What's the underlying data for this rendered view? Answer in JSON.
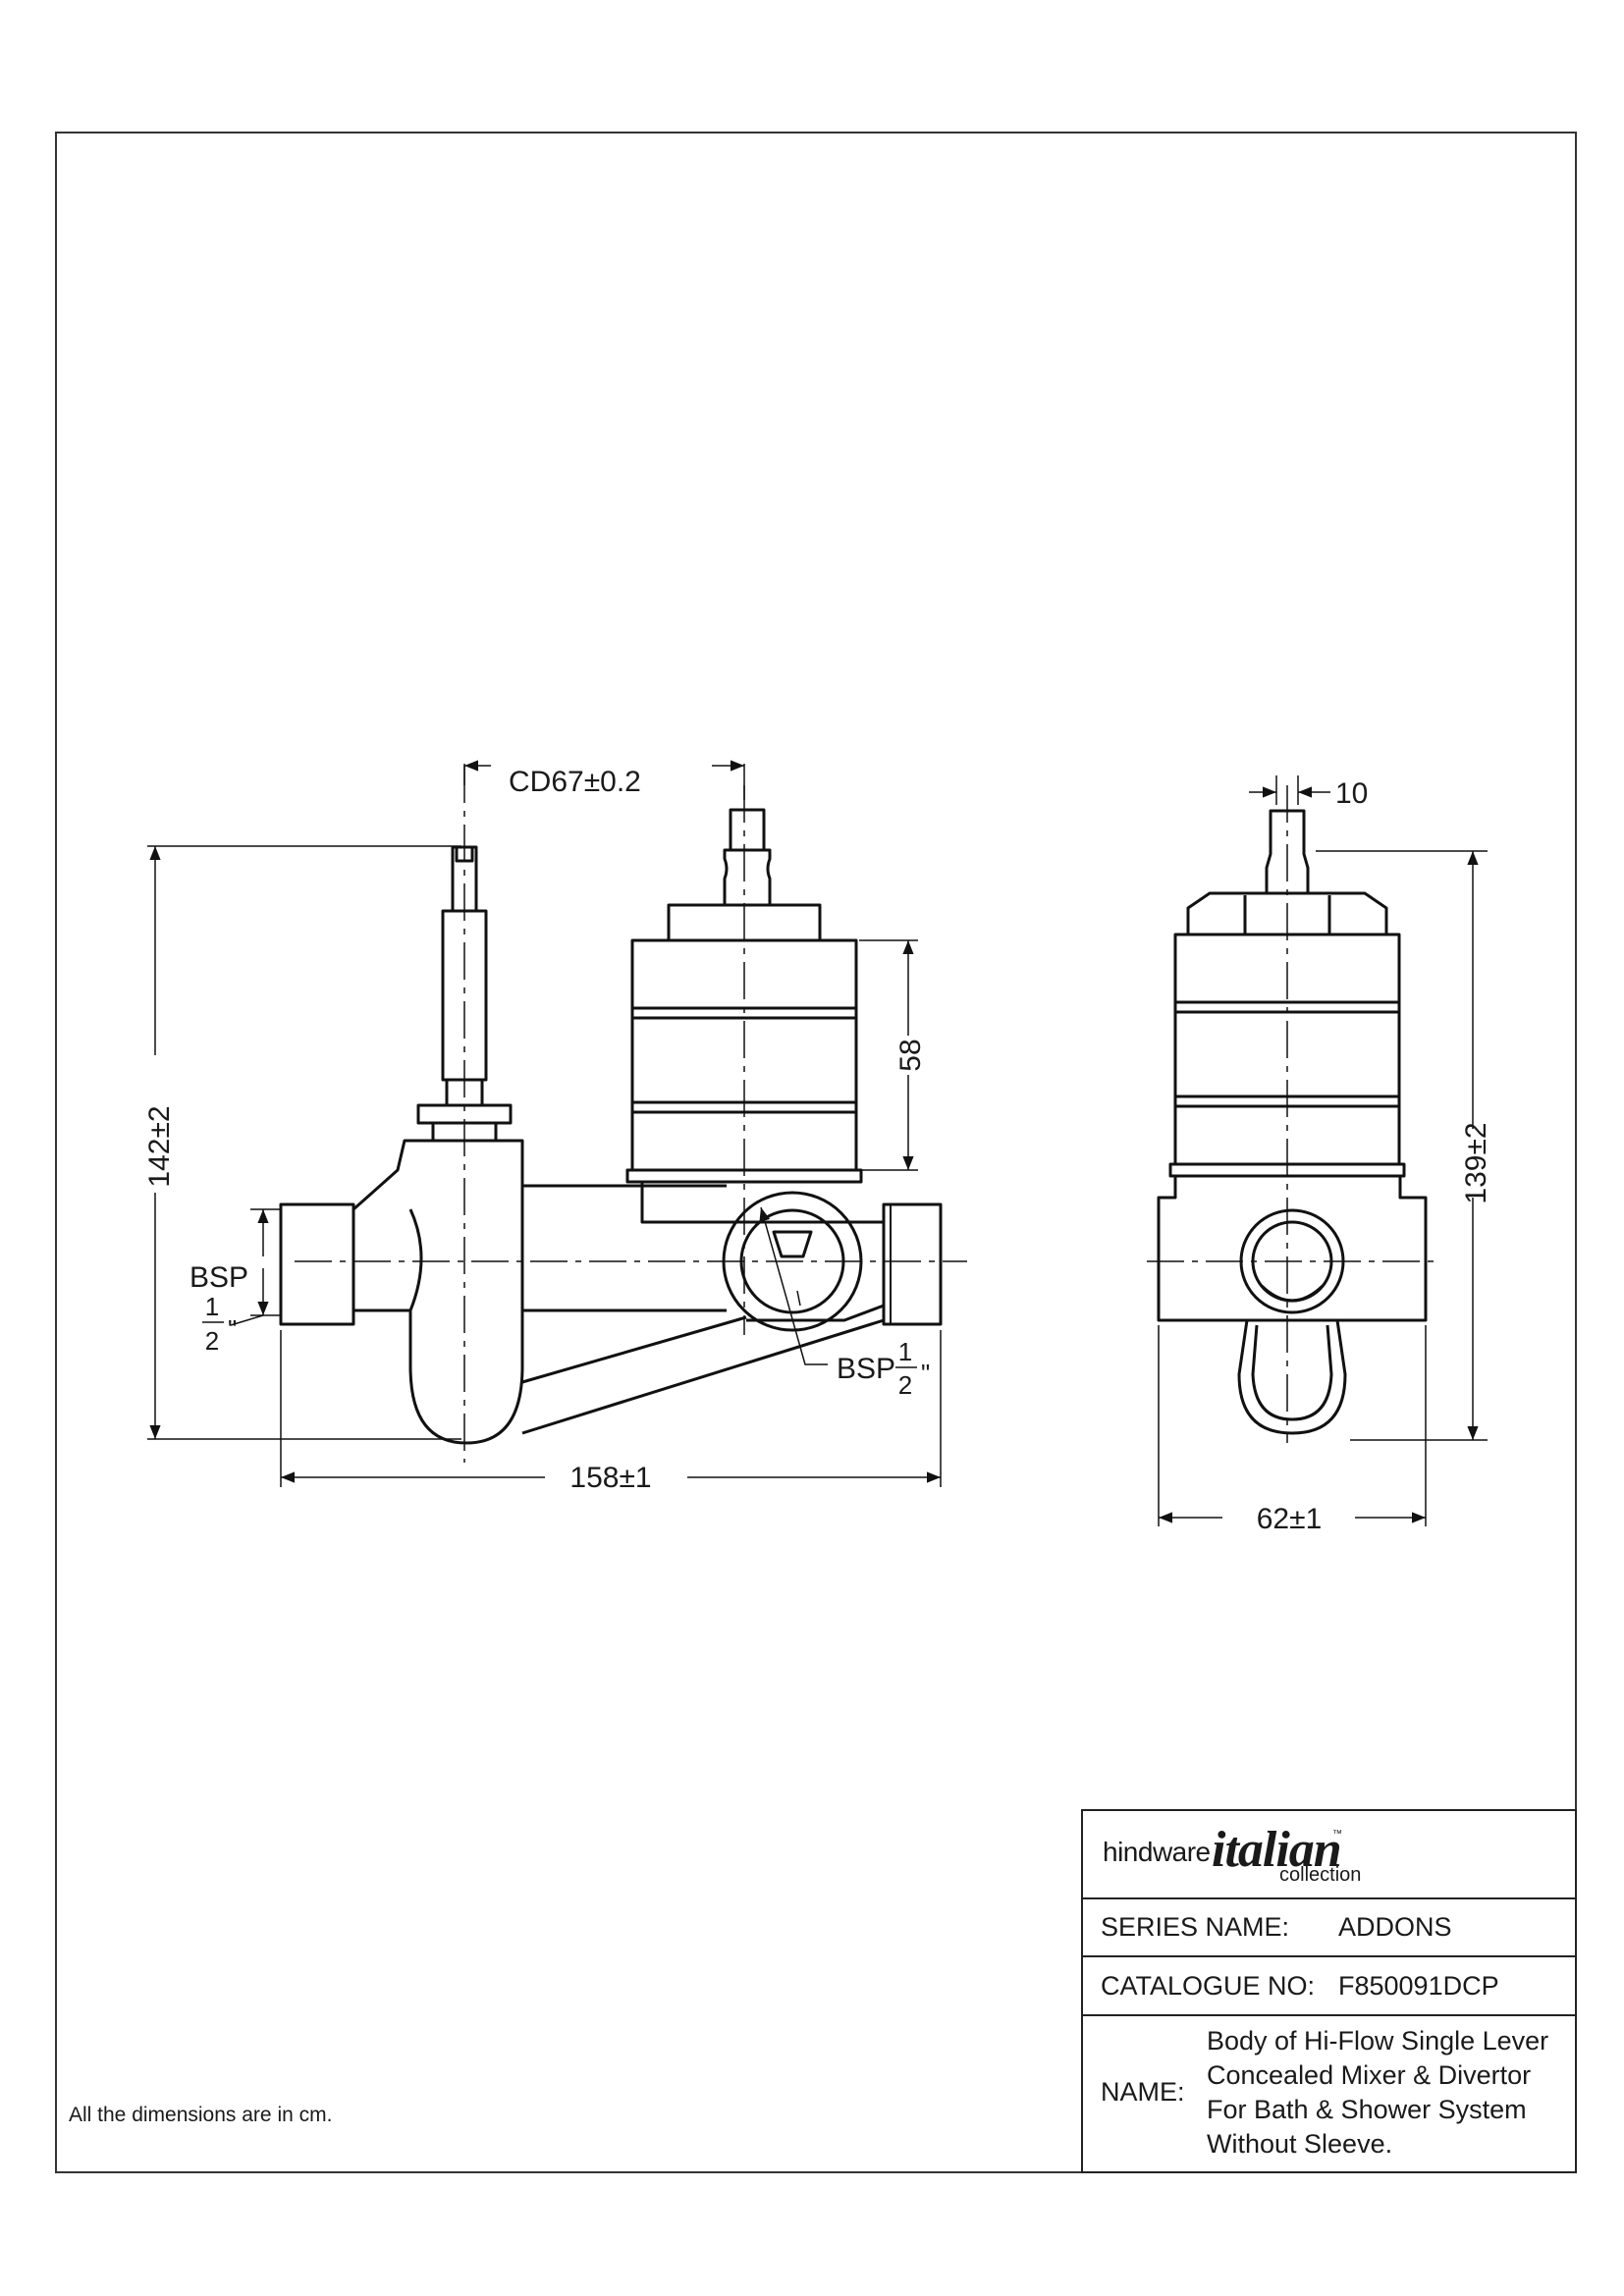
{
  "dimensions": {
    "cd": "CD67±0.2",
    "height_left": "142±2",
    "cartridge": "58",
    "width_left": "158±1",
    "stem": "10",
    "height_right": "139±2",
    "width_right": "62±1",
    "bsp_left": {
      "label": "BSP",
      "num": "1",
      "den": "2",
      "mark": "\""
    },
    "bsp_right": {
      "label": "BSP",
      "num": "1",
      "den": "2",
      "mark": "\""
    }
  },
  "footnote": "All the dimensions are in cm.",
  "title_block": {
    "logo": {
      "brand": "hindware",
      "script": "italian",
      "trademark": "™",
      "sub": "collection"
    },
    "series_label": "SERIES NAME:",
    "series_value": "ADDONS",
    "catalogue_label": "CATALOGUE NO:",
    "catalogue_value": "F850091DCP",
    "name_label": "NAME:",
    "name_lines": [
      "Body of Hi-Flow Single Lever",
      "Concealed Mixer & Divertor",
      "For Bath & Shower System",
      "Without Sleeve."
    ]
  }
}
